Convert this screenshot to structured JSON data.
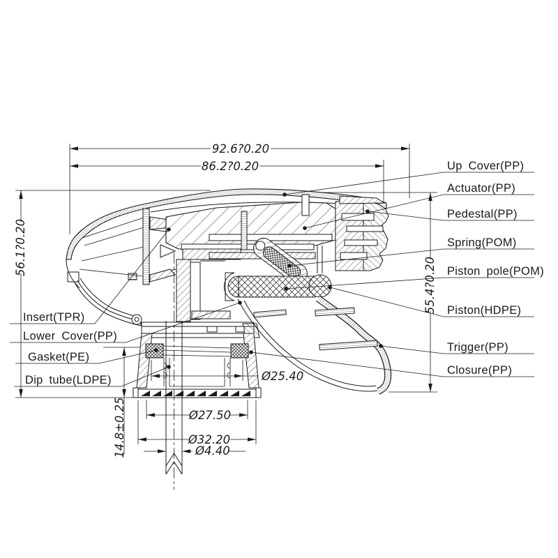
{
  "meta": {
    "ink": "#1a1a1a",
    "background": "#ffffff",
    "drawing_type": "trigger-sprayer-cross-section"
  },
  "callouts": {
    "right": [
      {
        "label": "Up Cover(PP)"
      },
      {
        "label": "Actuator(PP)"
      },
      {
        "label": "Pedestal(PP)"
      },
      {
        "label": "Spring(POM)"
      },
      {
        "label": "Piston pole(POM)"
      },
      {
        "label": "Piston(HDPE)"
      },
      {
        "label": "Trigger(PP)"
      },
      {
        "label": "Closure(PP)"
      }
    ],
    "left": [
      {
        "label": "Insert(TPR)"
      },
      {
        "label": "Lower Cover(PP)"
      },
      {
        "label": "Gasket(PE)"
      },
      {
        "label": "Dip tube(LDPE)"
      }
    ]
  },
  "dimensions": {
    "width_total": "92.6?0.20",
    "width_body": "86.2?0.20",
    "height_left": "56.1?0.20",
    "height_right": "55.4?0.20",
    "neck_height": "14.8±0.25",
    "dia_neck": "Ø25.40",
    "dia_thread": "Ø27.50",
    "dia_closure": "Ø32.20",
    "dia_tube": "Ø4.40"
  }
}
